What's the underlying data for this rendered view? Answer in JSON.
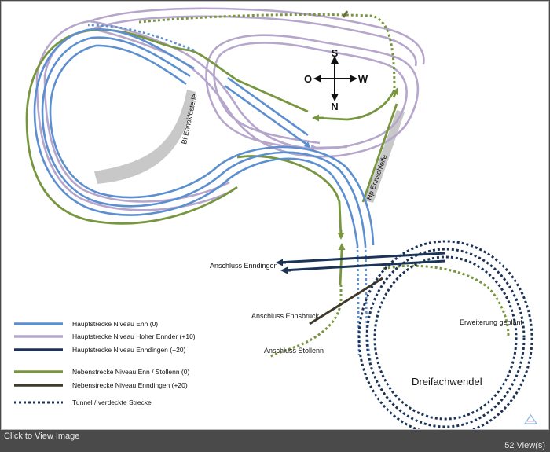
{
  "viewer": {
    "click_to_view": "Click to View Image",
    "views": "52 View(s)"
  },
  "compass": {
    "north": "N",
    "south": "S",
    "west": "W",
    "east": "O"
  },
  "stations": {
    "bf_ennsklosterle": "Bf Ennsklösterle",
    "hp_ennschleife": "Hp Ennschleife"
  },
  "labels": {
    "anschluss_enndingen": "Anschluss Enndingen",
    "anschluss_ennsbruck": "Anschluss Ennsbruck",
    "anschluss_stollenn": "Anschluss Stollenn",
    "erweiterung": "Erweiterung geplant",
    "dreifachwendel": "Dreifachwendel"
  },
  "legend": [
    {
      "label": "Hauptstrecke Niveau Enn (0)",
      "color": "#5b8fcf",
      "style": "solid"
    },
    {
      "label": "Hauptstrecke Niveau Hoher Ennder (+10)",
      "color": "#b7a6cc",
      "style": "solid"
    },
    {
      "label": "Hauptstrecke Niveau Enndingen (+20)",
      "color": "#1c3358",
      "style": "solid"
    },
    {
      "label": "Nebenstrecke Niveau Enn / Stollenn (0)",
      "color": "#78963f",
      "style": "solid"
    },
    {
      "label": "Nebenstrecke Niveau Enndingen (+20)",
      "color": "#3f3a2c",
      "style": "solid"
    },
    {
      "label": "Tunnel / verdeckte Strecke",
      "color": "#1c3358",
      "style": "dotted"
    }
  ],
  "colors": {
    "blue": "#5b8fcf",
    "lilac": "#b7a6cc",
    "navy": "#1c3358",
    "green": "#78963f",
    "brown": "#3f3a2c",
    "platform": "#c8c8c8"
  }
}
